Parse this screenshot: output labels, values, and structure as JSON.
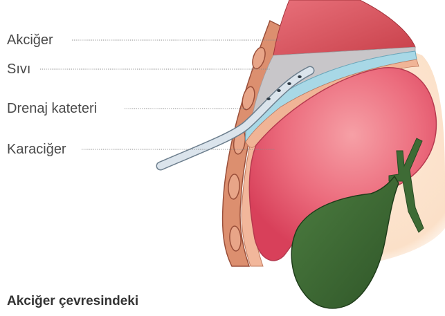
{
  "labels": {
    "lung": "Akciğer",
    "fluid": "Sıvı",
    "drain_catheter": "Drenaj kateteri",
    "liver": "Karaciğer"
  },
  "caption": "Akciğer çevresindeki",
  "colors": {
    "lung": "#d9525a",
    "fluid": "#c9c9c9",
    "pleura": "#a9d8e6",
    "liver": "#e85f72",
    "gallbladder": "#3e6b35",
    "rib_wall": "#d98c6c",
    "tissue_cream": "#fbe4cf",
    "catheter": "#d8e2ea",
    "leader_line": "#888888"
  },
  "icons": {
    "lung": "lung-icon",
    "liver": "liver-icon",
    "gallbladder": "gallbladder-icon",
    "catheter": "catheter-icon"
  }
}
